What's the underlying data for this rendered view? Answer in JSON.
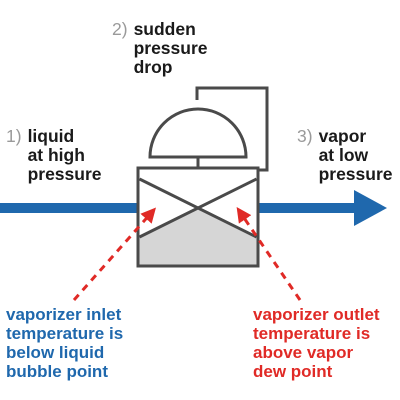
{
  "steps": [
    {
      "number": "1)",
      "text": "liquid\nat high\npressure"
    },
    {
      "number": "2)",
      "text": "sudden\npressure\ndrop"
    },
    {
      "number": "3)",
      "text": "vapor\nat low\npressure"
    }
  ],
  "notes": {
    "inlet": {
      "text": "vaporizer inlet\ntemperature is\nbelow liquid\nbubble point",
      "color": "#1f68ad"
    },
    "outlet": {
      "text": "vaporizer outlet\ntemperature is\nabove vapor\ndew point",
      "color": "#e02a26"
    }
  },
  "colors": {
    "flow": "#1f68ad",
    "indicator": "#e02a26",
    "outline": "#4a4a4a",
    "valve_fill": "#d6d6d6",
    "number_gray": "#9a9a9a"
  }
}
